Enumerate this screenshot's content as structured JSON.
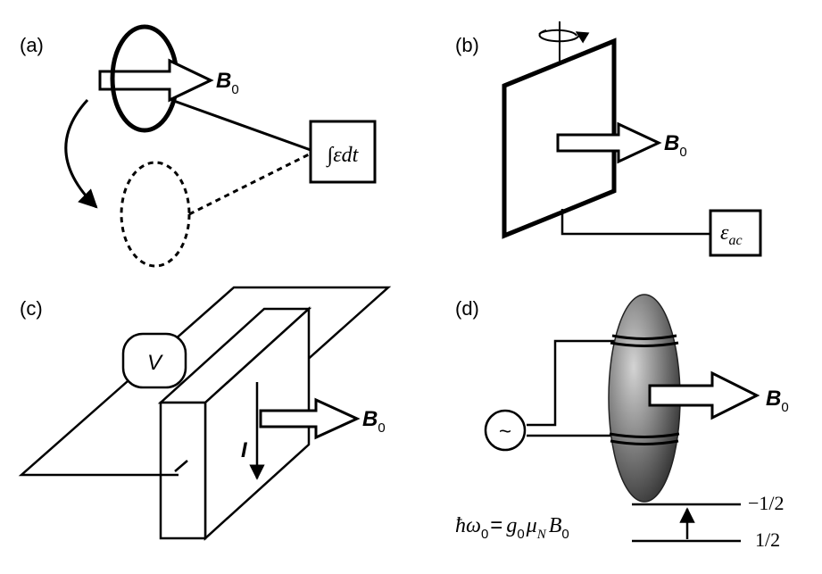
{
  "panels": {
    "a": {
      "tag": "(a)",
      "field_base": "B",
      "field_sub": "0",
      "integrator_text": "∫εdt"
    },
    "b": {
      "tag": "(b)",
      "field_base": "B",
      "field_sub": "0",
      "emf_base": "ε",
      "emf_sub": "ac"
    },
    "c": {
      "tag": "(c)",
      "field_base": "B",
      "field_sub": "0",
      "voltmeter_text": "V",
      "current_text": "I"
    },
    "d": {
      "tag": "(d)",
      "field_base": "B",
      "field_sub": "0",
      "source_symbol": "~",
      "equation": {
        "hbar_omega": "ħω",
        "omega_sub": "0",
        "equals": "=",
        "g": "g",
        "g_sub": "0",
        "mu": "μ",
        "mu_sub": "N",
        "b": "B",
        "b_sub": "0"
      },
      "level_upper": "−1/2",
      "level_lower": "1/2"
    }
  },
  "colors": {
    "ink": "#000000",
    "background": "#ffffff",
    "sample_fill": "#6d6d6d"
  }
}
